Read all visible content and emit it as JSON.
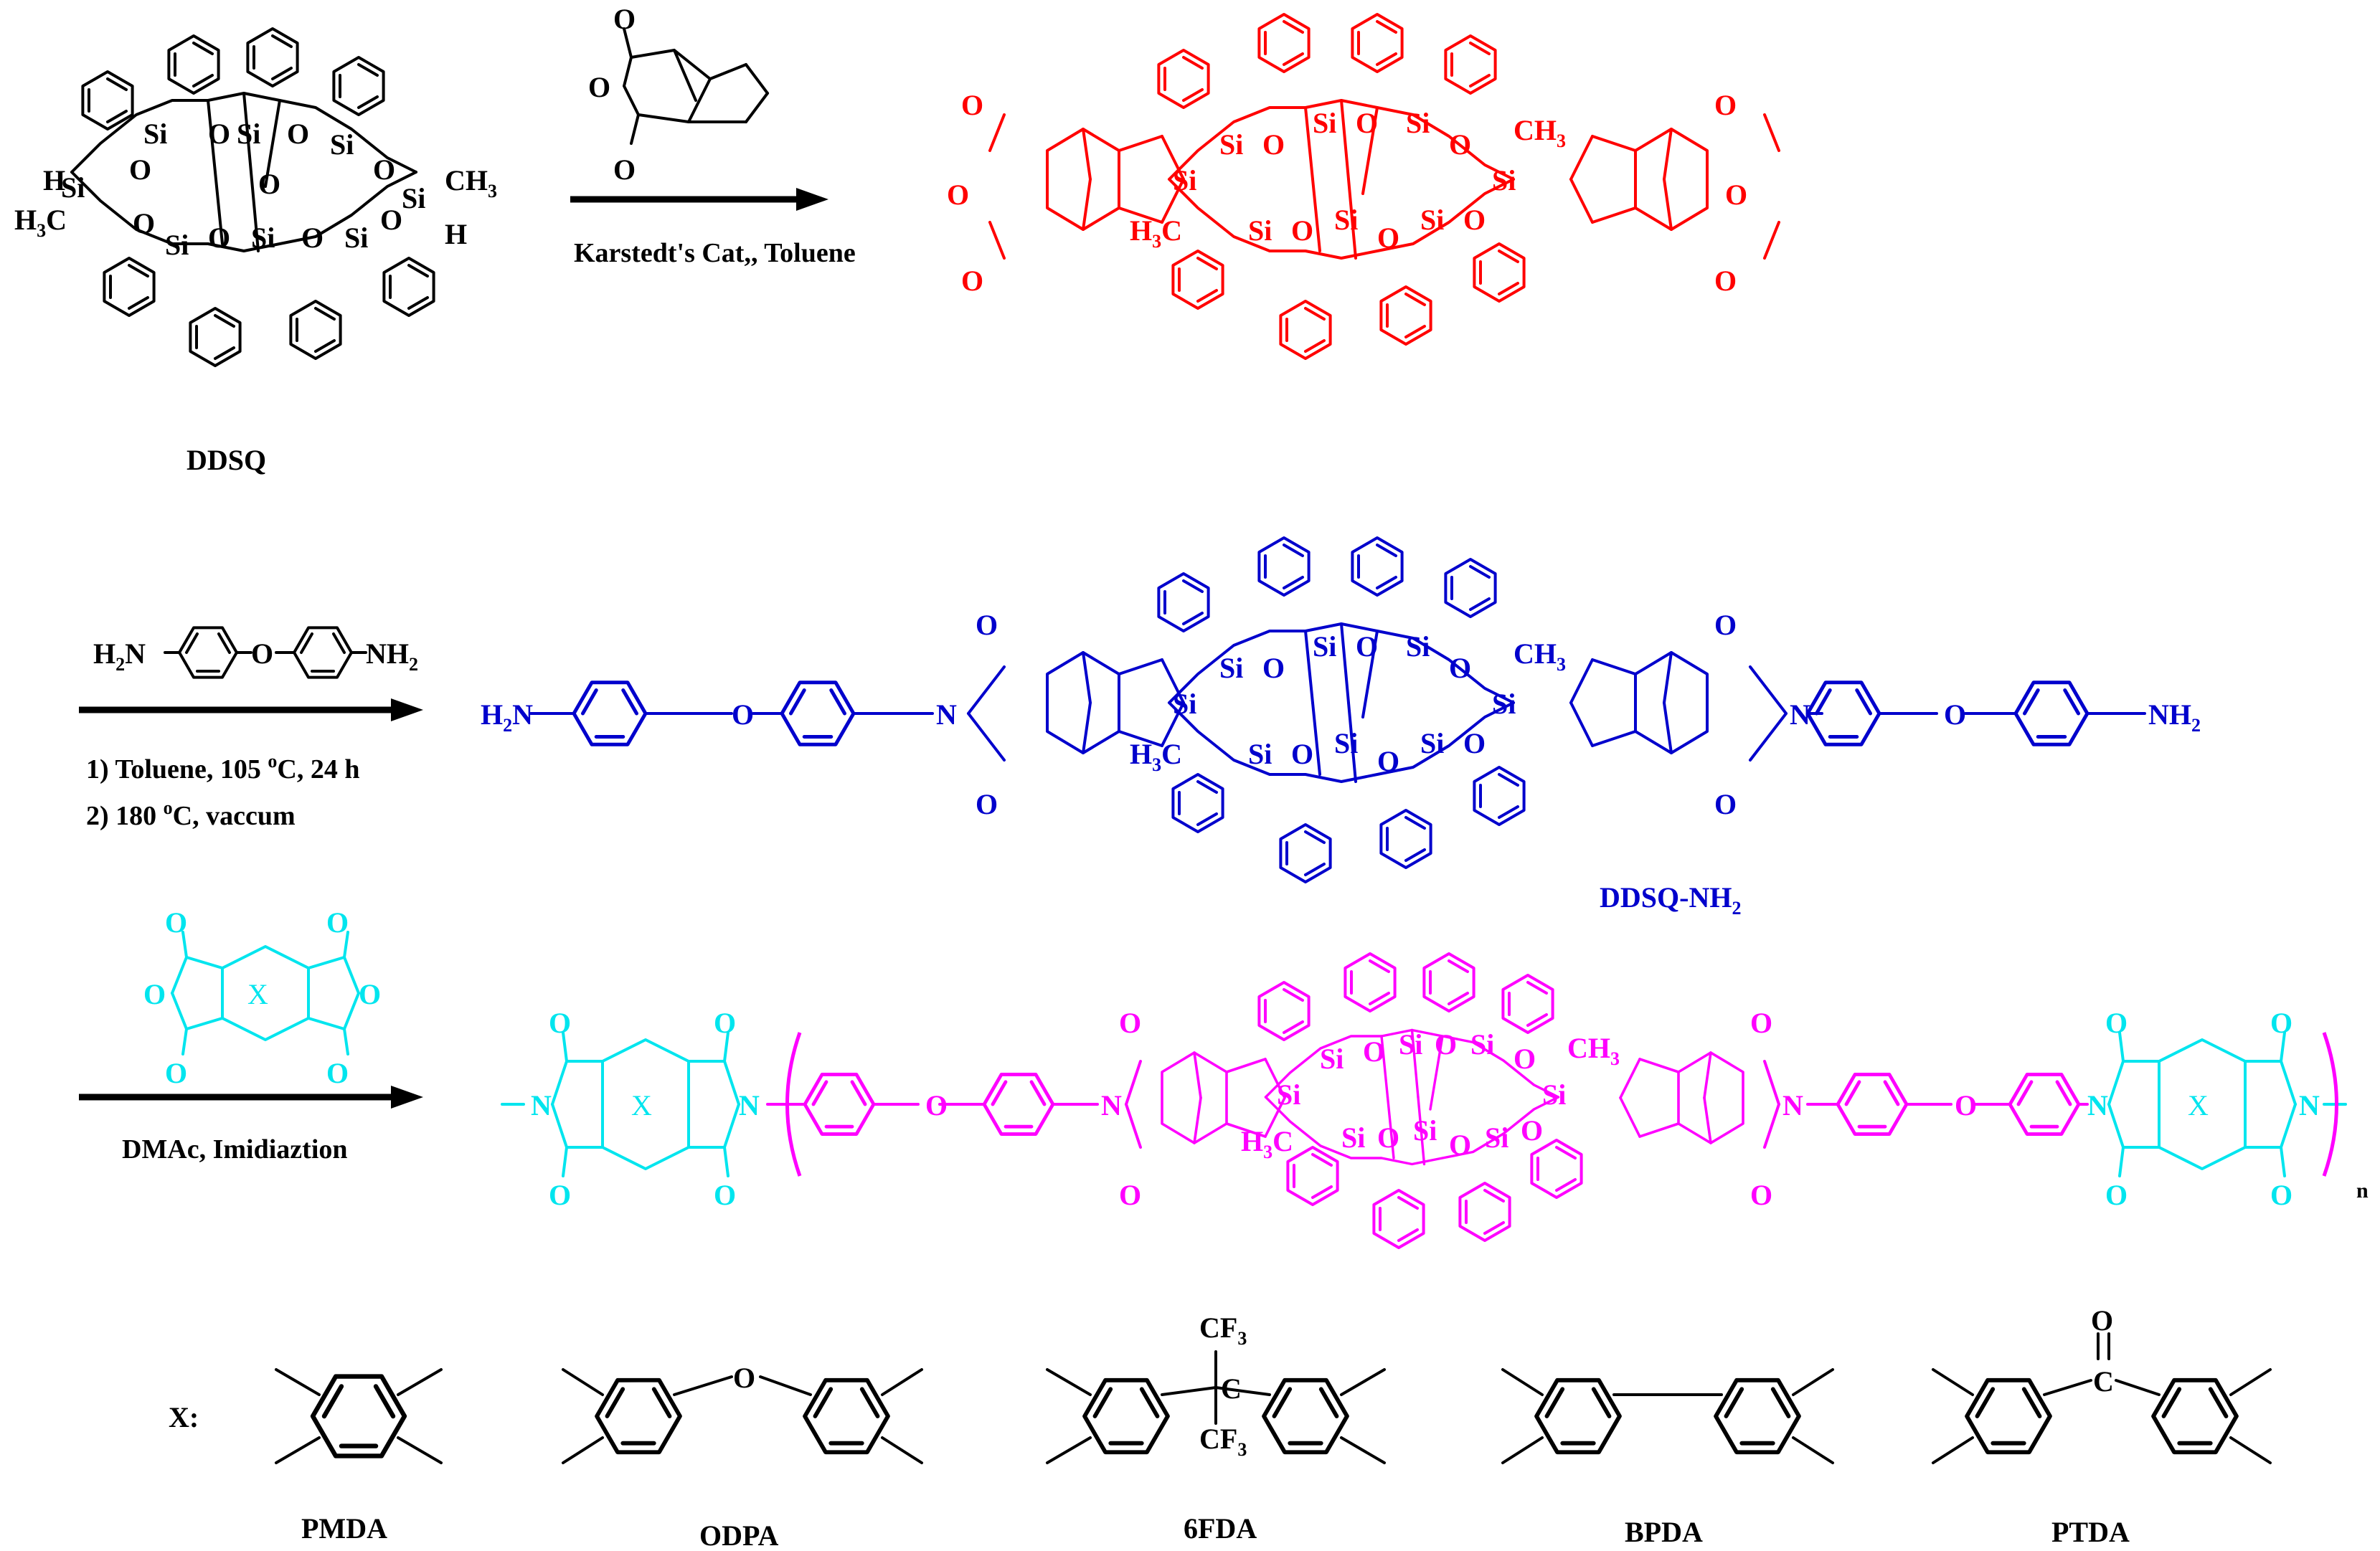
{
  "colors": {
    "black": "#000000",
    "ddsq_anhydride": "#ff0000",
    "ddsq_nh2": "#0000cc",
    "dianhydride": "#00e5ee",
    "polymer_core": "#ff00ff"
  },
  "labels": {
    "ddsq": "DDSQ",
    "ddsq_nh2": "DDSQ-NH",
    "ddsq_nh2_sub": "2",
    "x_prefix": "X:",
    "x_in_ring": "X",
    "repeat_n": "n"
  },
  "step1": {
    "conditions": "Karstedt's Cat,, Toluene"
  },
  "step2": {
    "reagent_left": "H",
    "reagent_left_sub": "2",
    "reagent_left_tail": "N",
    "reagent_right": "NH",
    "reagent_right_sub": "2",
    "condition_1": "1) Toluene, 105 ",
    "condition_1_sup": "o",
    "condition_1_tail": "C, 24 h",
    "condition_2": "2) 180 ",
    "condition_2_sup": "o",
    "condition_2_tail": "C, vaccum"
  },
  "step3": {
    "conditions": "DMAc, Imidiaztion"
  },
  "dianhydrides": [
    {
      "name": "PMDA"
    },
    {
      "name": "ODPA"
    },
    {
      "name": "6FDA"
    },
    {
      "name": "BPDA"
    },
    {
      "name": "PTDA"
    }
  ],
  "atoms": {
    "Si": "Si",
    "O": "O",
    "H": "H",
    "CH3": "CH",
    "CH3_sub": "3",
    "H3C": "H",
    "H3C_sub": "3",
    "H3C_tail": "C",
    "N": "N",
    "H2N": "H",
    "H2N_sub": "2",
    "H2N_tail": "N",
    "NH2": "NH",
    "NH2_sub": "2",
    "CF3": "CF",
    "CF3_sub": "3",
    "C": "C"
  }
}
